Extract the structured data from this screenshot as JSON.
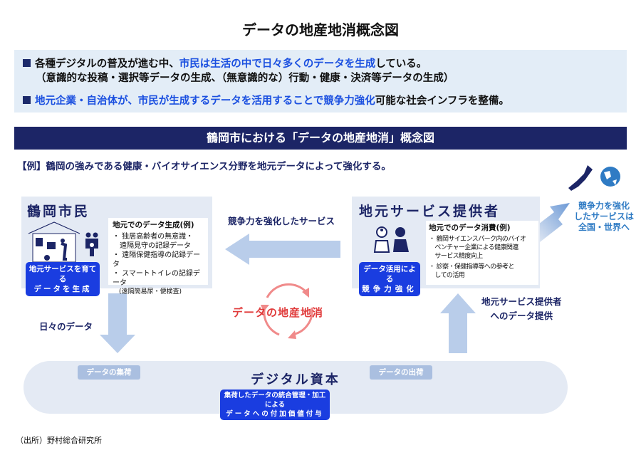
{
  "title": "データの地産地消概念図",
  "info": {
    "line1_a": "各種デジタルの普及が進む中、",
    "line1_b": "市民は生活の中で日々多くのデータを生成",
    "line1_c": "している。",
    "line2": "（意識的な投稿・選択等データの生成、（無意識的な）行動・健康・決済等データの生成）",
    "line3_a": "地元企業・自治体が、市民が生成するデータを活用することで競争力強化",
    "line3_b": "可能な社会インフラを整備。"
  },
  "banner": "鶴岡市における「データの地産地消」概念図",
  "example": "【例】鶴岡の強みである健康・バイオサイエンス分野を地元データによって強化する。",
  "citizen": {
    "title": "鶴岡市民",
    "card_title": "地元でのデータ生成(例)",
    "items": [
      "・ 独居高齢者の無意識・",
      "　遠隔見守の記録データ",
      "・ 遠隔保健指導の記録データ",
      "・ スマートトイレの記録データ",
      "　(遠隔簡易尿・便検査)"
    ],
    "pill1": "地元サービスを育てる",
    "pill2": "データを生成"
  },
  "provider": {
    "title": "地元サービス提供者",
    "card_title": "地元でのデータ消費(例)",
    "items": [
      "・ 鶴岡サイエンスパーク内のバイオ",
      "　ベンチャー企業による健康関連",
      "　サービス精度向上",
      "・ 診察・保健指導等への参考と",
      "　しての活用"
    ],
    "pill1": "データ活用による",
    "pill2": "競争力強化"
  },
  "middle_label": "競争力を強化したサービス",
  "cycle_label": "データの地産地消",
  "daily_label": "日々のデータ",
  "provide_label1": "地元サービス提供者",
  "provide_label2": "へのデータ提供",
  "world1": "競争力を強化",
  "world2": "したサービスは",
  "world3": "全国・世界へ",
  "capital": {
    "title": "デジタル資本",
    "tag_in": "データの集荷",
    "tag_out": "データの出荷",
    "pill1": "集荷したデータの統合管理・加工による",
    "pill2": "データへの付加価値付与"
  },
  "source": "（出所）野村総合研究所"
}
